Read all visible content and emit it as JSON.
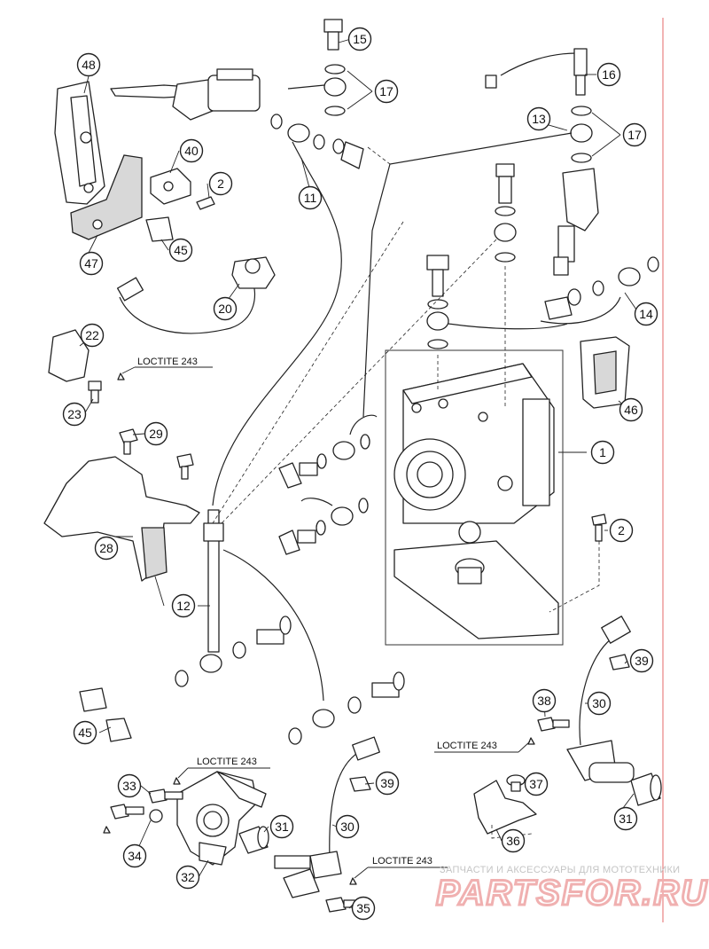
{
  "callouts": [
    {
      "label": "48"
    },
    {
      "label": "15"
    },
    {
      "label": "17"
    },
    {
      "label": "16"
    },
    {
      "label": "13"
    },
    {
      "label": "17"
    },
    {
      "label": "40"
    },
    {
      "label": "2"
    },
    {
      "label": "11"
    },
    {
      "label": "45"
    },
    {
      "label": "47"
    },
    {
      "label": "20"
    },
    {
      "label": "14"
    },
    {
      "label": "22"
    },
    {
      "label": "23"
    },
    {
      "label": "46"
    },
    {
      "label": "29"
    },
    {
      "label": "1"
    },
    {
      "label": "2"
    },
    {
      "label": "28"
    },
    {
      "label": "12"
    },
    {
      "label": "39"
    },
    {
      "label": "38"
    },
    {
      "label": "30"
    },
    {
      "label": "45"
    },
    {
      "label": "33"
    },
    {
      "label": "39"
    },
    {
      "label": "37"
    },
    {
      "label": "34"
    },
    {
      "label": "31"
    },
    {
      "label": "30"
    },
    {
      "label": "36"
    },
    {
      "label": "31"
    },
    {
      "label": "32"
    },
    {
      "label": "35"
    }
  ],
  "loctite_labels": [
    {
      "text": "LOCTITE 243"
    },
    {
      "text": "LOCTITE 243"
    },
    {
      "text": "LOCTITE 243"
    },
    {
      "text": "LOCTITE 243"
    }
  ],
  "watermark": {
    "top": "ЗАПЧАСТИ И АКСЕССУАРЫ ДЛЯ МОТОТЕХНИКИ",
    "logo": "PARTSFOR.RU"
  },
  "colors": {
    "line": "#222222",
    "margin_rule": "#e46a6a",
    "watermark_logo": "#f0b0b0"
  }
}
